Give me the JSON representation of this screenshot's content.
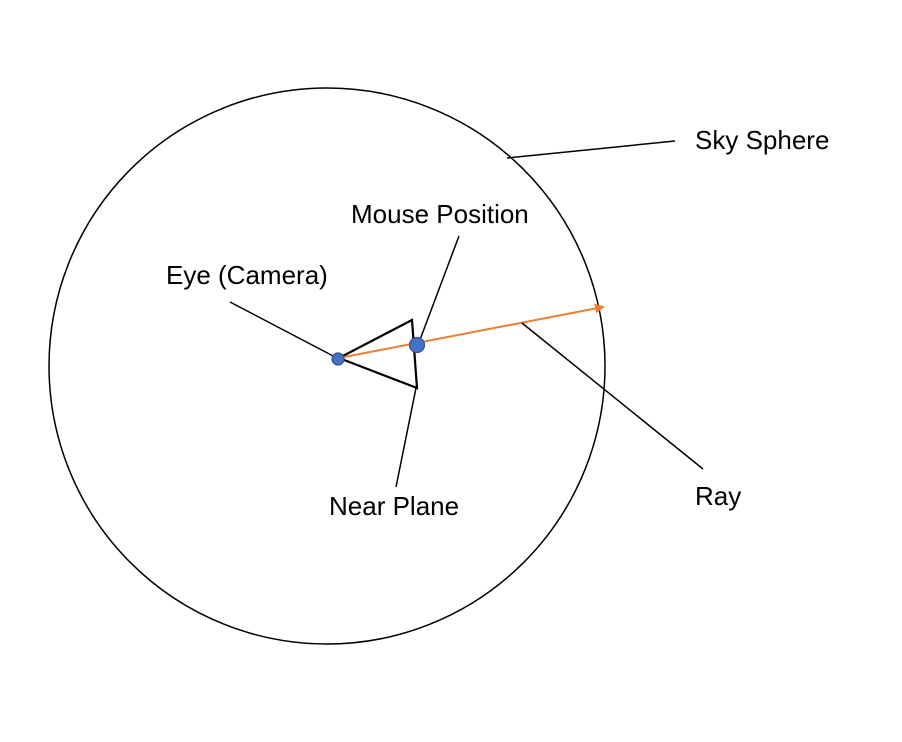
{
  "diagram": {
    "labels": {
      "sky_sphere": "Sky Sphere",
      "mouse_position": "Mouse Position",
      "eye_camera": "Eye (Camera)",
      "near_plane": "Near Plane",
      "ray": "Ray"
    },
    "colors": {
      "outline": "#000000",
      "ray": "#ED7D31",
      "point_fill": "#4472C4",
      "point_stroke": "#2F528F",
      "background": "#FFFFFF"
    }
  }
}
